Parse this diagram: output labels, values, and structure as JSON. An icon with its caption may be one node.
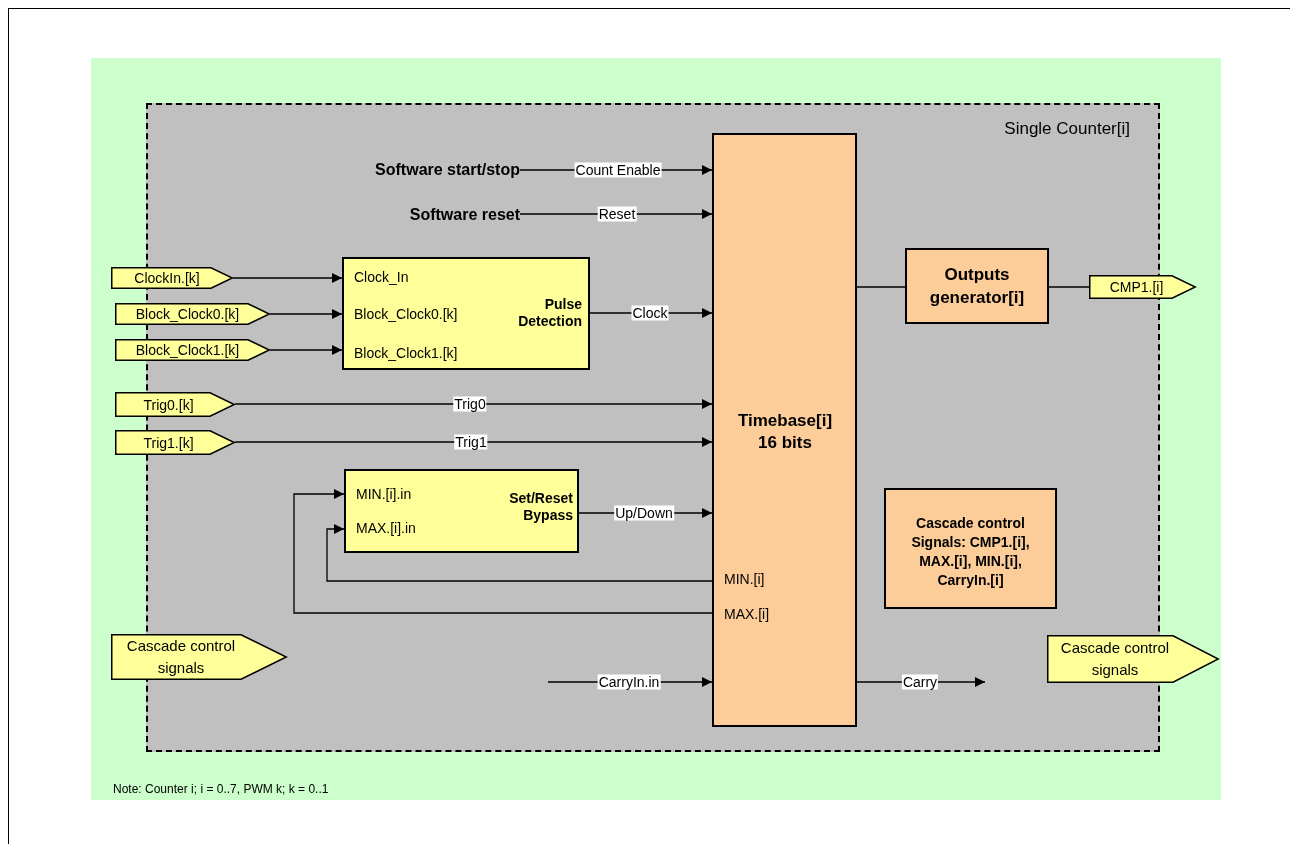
{
  "diagram": {
    "nodes": [
      {
        "text": [
          "Note: Counter i; i = 0..7, PWM k; k = 0..1"
        ]
      },
      {
        "text": [
          "Single Counter[i]"
        ],
        "in": 0
      },
      {
        "text": [
          "Software start/stop"
        ],
        "in": 1
      },
      {
        "text": [
          "Software reset"
        ],
        "in": 1
      },
      {
        "text": [
          "ClockIn.[k]"
        ],
        "in": 0
      },
      {
        "text": [
          "Block_Clock0.[k]"
        ],
        "in": 0
      },
      {
        "text": [
          "Block_Clock1.[k]"
        ],
        "in": 0
      },
      {
        "text": [
          "Clock_In",
          "Block_Clock0.[k]",
          "Block_Clock1.[k]",
          "Pulse Detection"
        ],
        "in": 1
      },
      {
        "text": [
          "Trig0.[k]"
        ],
        "in": 0
      },
      {
        "text": [
          "Trig1.[k]"
        ],
        "in": 0
      },
      {
        "text": [
          "MIN.[i].in",
          "MAX.[i].in",
          "Set/Reset Bypass"
        ],
        "in": 1
      },
      {
        "text": [
          "Cascade control signals"
        ],
        "in": 0
      },
      {
        "text": [
          "Timebase[i] 16 bits",
          "MIN.[i]",
          "MAX.[i]"
        ],
        "in": 1
      },
      {
        "text": [
          "Outputs generator[i]"
        ],
        "in": 1
      },
      {
        "text": [
          "CMP1.[i]"
        ],
        "in": 0
      },
      {
        "text": [
          "Cascade control Signals: CMP1.[i], MAX.[i], MIN.[i], CarryIn.[i]"
        ],
        "in": 1
      },
      {
        "text": [
          "Cascade control signals"
        ],
        "in": 0
      }
    ],
    "edges": [
      {
        "from": 2,
        "to": 12,
        "arrow": "to",
        "label": "Count Enable"
      },
      {
        "from": 3,
        "to": 12,
        "arrow": "to",
        "label": "Reset"
      },
      {
        "from": 4,
        "to": 7,
        "arrow": "to"
      },
      {
        "from": 5,
        "to": 7,
        "arrow": "to"
      },
      {
        "from": 6,
        "to": 7,
        "arrow": "to"
      },
      {
        "from": 7,
        "to": 12,
        "arrow": "to",
        "label": "Clock"
      },
      {
        "from": 8,
        "to": 12,
        "arrow": "to",
        "label": "Trig0"
      },
      {
        "from": 9,
        "to": 12,
        "arrow": "to",
        "label": "Trig1"
      },
      {
        "from": 10,
        "to": 12,
        "arrow": "to",
        "label": "Up/Down"
      },
      {
        "from": 12,
        "to": 10,
        "arrow": "to"
      },
      {
        "from": 12,
        "to": 10,
        "arrow": "to"
      },
      {
        "from": null,
        "to": 12,
        "arrow": "to",
        "label": "CarryIn.in"
      },
      {
        "from": 12,
        "to": null,
        "arrow": "to",
        "label": "Carry"
      },
      {
        "from": 12,
        "to": 13,
        "arrow": "none"
      },
      {
        "from": 13,
        "to": 14,
        "arrow": "none"
      }
    ]
  }
}
